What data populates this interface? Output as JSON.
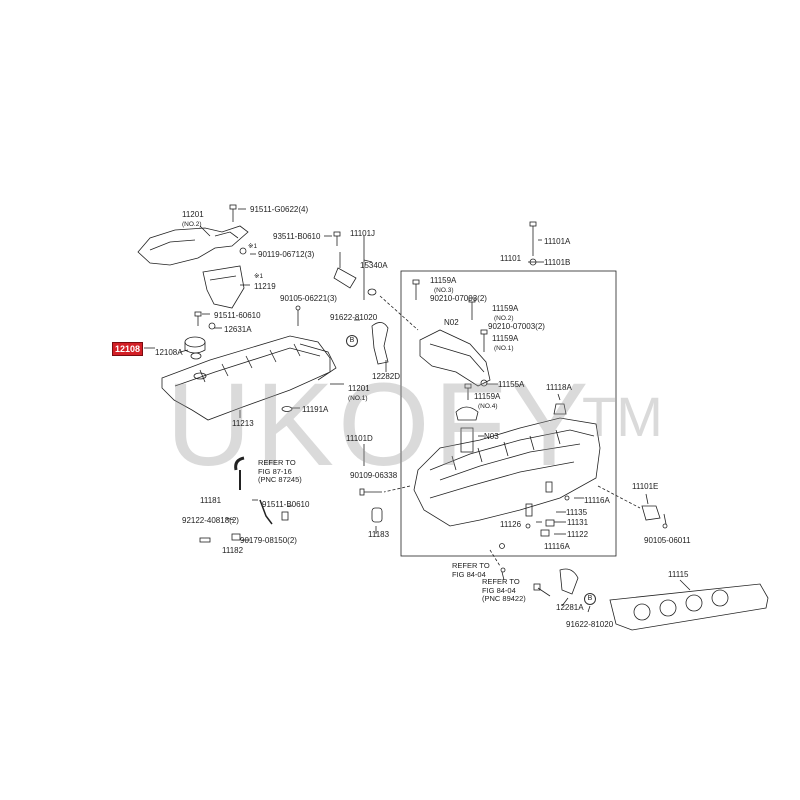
{
  "watermark": {
    "text": "UKOFY",
    "tm": "TM"
  },
  "highlight": {
    "label": "12108"
  },
  "parts": {
    "p11201_2": "11201",
    "p11201_2_sub": "(NO.2)",
    "p91511_G0622": "91511-G0622(4)",
    "p93511_B0610": "93511-B0610",
    "p1_mark1": "※1",
    "p90119_06712": "90119-06712(3)",
    "p1_mark2": "※1",
    "p11219": "11219",
    "p91511_60610": "91511-60610",
    "p12631A": "12631A",
    "p12108A": "12108A",
    "p11213": "11213",
    "p11201_1": "11201",
    "p11201_1_sub": "(NO.1)",
    "p11191A": "11191A",
    "p11101J": "11101J",
    "p15340A": "15340A",
    "p90105_06221": "90105-06221(3)",
    "p91622_81020a": "91622-81020",
    "pB1": "B",
    "p12282D": "12282D",
    "p11101D": "11101D",
    "p90109_06338": "90109-06338",
    "p11183": "11183",
    "refer1_l1": "REFER TO",
    "refer1_l2": "FIG 87-16",
    "refer1_l3": "(PNC 87245)",
    "p11181": "11181",
    "p91511_B0610": "91511-B0610",
    "p92122_40818": "92122-40818(2)",
    "p90179_08150": "90179-08150(2)",
    "p11182": "11182",
    "p11101A": "11101A",
    "p11101": "11101",
    "p11101B": "11101B",
    "p11159A_3": "11159A",
    "p11159A_3_sub": "(NO.3)",
    "p90210_a": "90210-07003(2)",
    "p11159A_2": "11159A",
    "p11159A_2_sub": "(NO.2)",
    "pN02": "N02",
    "p90210_b": "90210-07003(2)",
    "p11159A_1": "11159A",
    "p11159A_1_sub": "(NO.1)",
    "p11155A": "11155A",
    "p11159A_4": "11159A",
    "p11159A_4_sub": "(NO.4)",
    "pN03": "N03",
    "p11118A": "11118A",
    "p11101E": "11101E",
    "p11116A_a": "11116A",
    "p11135": "11135",
    "p11126": "11126",
    "p11131": "11131",
    "p11122": "11122",
    "p11116A_b": "11116A",
    "p90105_06011": "90105-06011",
    "refer2_l1": "REFER TO",
    "refer2_l2": "FIG 84-04",
    "refer3_l1": "REFER TO",
    "refer3_l2": "FIG 84-04",
    "refer3_l3": "(PNC 89422)",
    "p12281A": "12281A",
    "pB2": "B",
    "p91622_81020b": "91622-81020",
    "p11115": "11115"
  },
  "colors": {
    "highlight": "#d31f26",
    "line": "#222222",
    "watermark": "#969696"
  }
}
